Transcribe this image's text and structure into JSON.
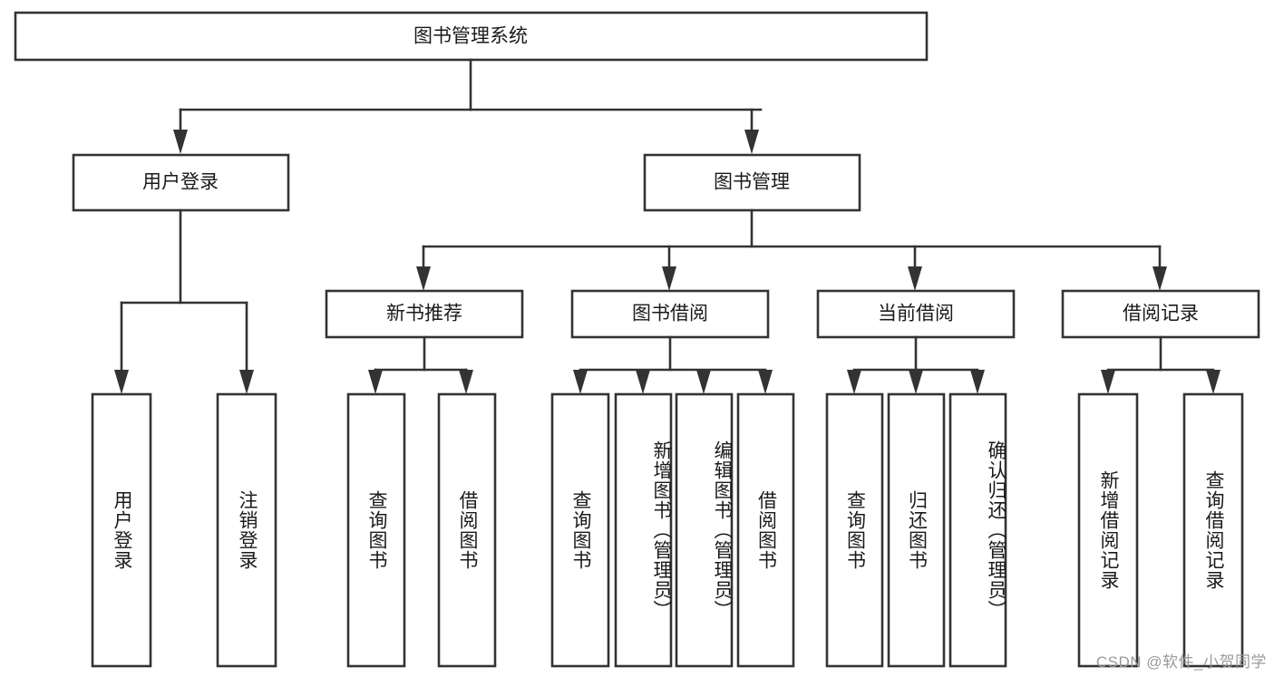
{
  "diagram": {
    "type": "tree-hierarchy",
    "title": "图书管理系统",
    "root": {
      "id": "root",
      "label": "图书管理系统",
      "orientation": "horizontal"
    },
    "level2": [
      {
        "id": "user-login",
        "label": "用户登录",
        "orientation": "horizontal"
      },
      {
        "id": "book-manage",
        "label": "图书管理",
        "orientation": "horizontal"
      }
    ],
    "level3": [
      {
        "id": "new-book-rec",
        "label": "新书推荐",
        "parent": "book-manage",
        "orientation": "horizontal"
      },
      {
        "id": "book-borrow",
        "label": "图书借阅",
        "parent": "book-manage",
        "orientation": "horizontal"
      },
      {
        "id": "current-borrow",
        "label": "当前借阅",
        "parent": "book-manage",
        "orientation": "horizontal"
      },
      {
        "id": "borrow-record",
        "label": "借阅记录",
        "parent": "book-manage",
        "orientation": "horizontal"
      }
    ],
    "leaves": [
      {
        "id": "leaf-user-login",
        "label": "用户登录",
        "parent": "user-login",
        "orientation": "vertical"
      },
      {
        "id": "leaf-logout",
        "label": "注销登录",
        "parent": "user-login",
        "orientation": "vertical"
      },
      {
        "id": "leaf-query-book-1",
        "label": "查询图书",
        "parent": "new-book-rec",
        "orientation": "vertical"
      },
      {
        "id": "leaf-borrow-book-1",
        "label": "借阅图书",
        "parent": "new-book-rec",
        "orientation": "vertical"
      },
      {
        "id": "leaf-query-book-2",
        "label": "查询图书",
        "parent": "book-borrow",
        "orientation": "vertical"
      },
      {
        "id": "leaf-add-book",
        "label": "新增图书（管理员）",
        "parent": "book-borrow",
        "orientation": "vertical"
      },
      {
        "id": "leaf-edit-book",
        "label": "编辑图书（管理员）",
        "parent": "book-borrow",
        "orientation": "vertical"
      },
      {
        "id": "leaf-borrow-book-2",
        "label": "借阅图书",
        "parent": "book-borrow",
        "orientation": "vertical"
      },
      {
        "id": "leaf-query-book-3",
        "label": "查询图书",
        "parent": "current-borrow",
        "orientation": "vertical"
      },
      {
        "id": "leaf-return-book",
        "label": "归还图书",
        "parent": "current-borrow",
        "orientation": "vertical"
      },
      {
        "id": "leaf-confirm-return",
        "label": "确认归还（管理员）",
        "parent": "current-borrow",
        "orientation": "vertical"
      },
      {
        "id": "leaf-add-record",
        "label": "新增借阅记录",
        "parent": "borrow-record",
        "orientation": "vertical"
      },
      {
        "id": "leaf-query-record",
        "label": "查询借阅记录",
        "parent": "borrow-record",
        "orientation": "vertical"
      }
    ],
    "colors": {
      "box_stroke": "#333333",
      "box_fill": "#ffffff",
      "text": "#1a1a1a",
      "connector": "#333333",
      "watermark": "#9a9a9a",
      "background": "#ffffff"
    }
  },
  "watermark": {
    "text": "CSDN @软件_小贺同学"
  }
}
